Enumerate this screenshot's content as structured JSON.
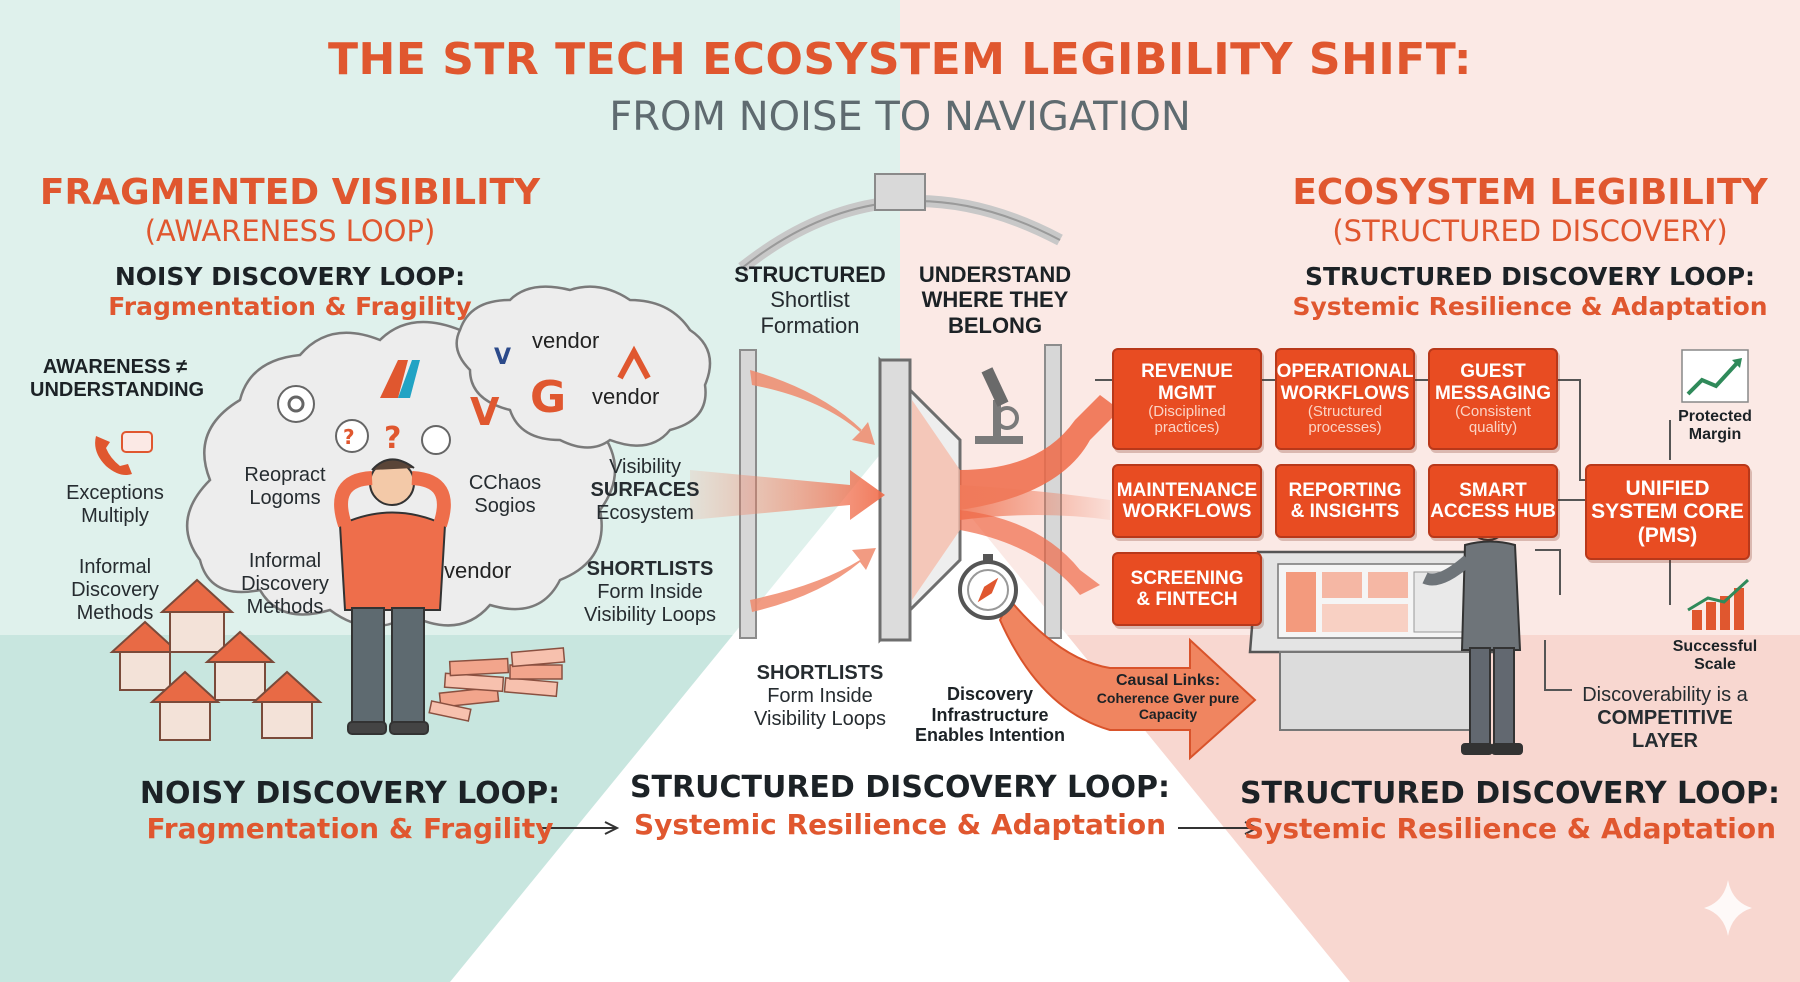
{
  "header": {
    "title": "THE STR TECH ECOSYSTEM LEGIBILITY SHIFT:",
    "subtitle": "FROM NOISE TO NAVIGATION"
  },
  "left": {
    "heading": "FRAGMENTED VISIBILITY",
    "subheading": "(AWARENESS LOOP)",
    "loop_title": "NOISY DISCOVERY LOOP:",
    "loop_sub": "Fragmentation & Fragility",
    "awareness_line1": "AWARENESS ≠",
    "awareness_line2": "UNDERSTANDING",
    "exceptions_line1": "Exceptions",
    "exceptions_line2": "Multiply",
    "informal_outer_1": "Informal",
    "informal_outer_2": "Discovery",
    "informal_outer_3": "Methods",
    "informal_inner_1": "Informal",
    "informal_inner_2": "Discovery",
    "informal_inner_3": "Methods",
    "cloud_text_a1": "Reopract",
    "cloud_text_a2": "Logoms",
    "cloud_text_b1": "CChaos",
    "cloud_text_b2": "Sogios",
    "vendor_1": "vendor",
    "vendor_2": "vendor",
    "vendor_3": "vendor"
  },
  "middle": {
    "structured_line1": "STRUCTURED",
    "structured_line2": "Shortlist",
    "structured_line3": "Formation",
    "understand_line1": "UNDERSTAND",
    "understand_line2": "WHERE THEY",
    "understand_line3": "BELONG",
    "visibility_line1": "Visibility",
    "visibility_line2": "SURFACES",
    "visibility_line3": "Ecosystem",
    "shortlists_a1": "SHORTLISTS",
    "shortlists_a2": "Form Inside",
    "shortlists_a3": "Visibility Loops",
    "shortlists_b1": "SHORTLISTS",
    "shortlists_b2": "Form Inside",
    "shortlists_b3": "Visibility Loops",
    "discovery_line1": "Discovery",
    "discovery_line2": "Infrastructure",
    "discovery_line3": "Enables Intention",
    "causal_line1": "Causal Links:",
    "causal_line2": "Coherence Gver pure",
    "causal_line3": "Capacity"
  },
  "right": {
    "heading": "ECOSYSTEM LEGIBILITY",
    "subheading": "(STRUCTURED DISCOVERY)",
    "loop_title": "STRUCTURED DISCOVERY LOOP:",
    "loop_sub": "Systemic Resilience & Adaptation",
    "boxes": [
      {
        "title": "REVENUE\nMGMT",
        "sub": "(Disciplined\npractices)"
      },
      {
        "title": "OPERATIONAL\nWORKFLOWS",
        "sub": "(Structured\nprocesses)"
      },
      {
        "title": "GUEST\nMESSAGING",
        "sub": "(Consistent\nquality)"
      },
      {
        "title": "MAINTENANCE\nWORKFLOWS",
        "sub": ""
      },
      {
        "title": "REPORTING\n& INSIGHTS",
        "sub": ""
      },
      {
        "title": "SMART\nACCESS HUB",
        "sub": ""
      },
      {
        "title": "SCREENING\n& FINTECH",
        "sub": ""
      }
    ],
    "core": {
      "title": "UNIFIED\nSYSTEM CORE\n(PMS)"
    },
    "protected_1": "Protected",
    "protected_2": "Margin",
    "scale_1": "Successful",
    "scale_2": "Scale",
    "discoverability_1": "Discoverability is a",
    "discoverability_2": "COMPETITIVE",
    "discoverability_3": "LAYER"
  },
  "footer": {
    "left_title": "NOISY DISCOVERY LOOP:",
    "left_sub": "Fragmentation & Fragility",
    "mid_title": "STRUCTURED DISCOVERY LOOP:",
    "mid_sub": "Systemic Resilience & Adaptation",
    "right_title": "STRUCTURED DISCOVERY LOOP:",
    "right_sub": "Systemic Resilience & Adaptation"
  },
  "colors": {
    "accent": "#e0572f",
    "box": "#e84c22",
    "teal_bg": "#dff1ec",
    "pink_bg": "#fbe9e5"
  }
}
